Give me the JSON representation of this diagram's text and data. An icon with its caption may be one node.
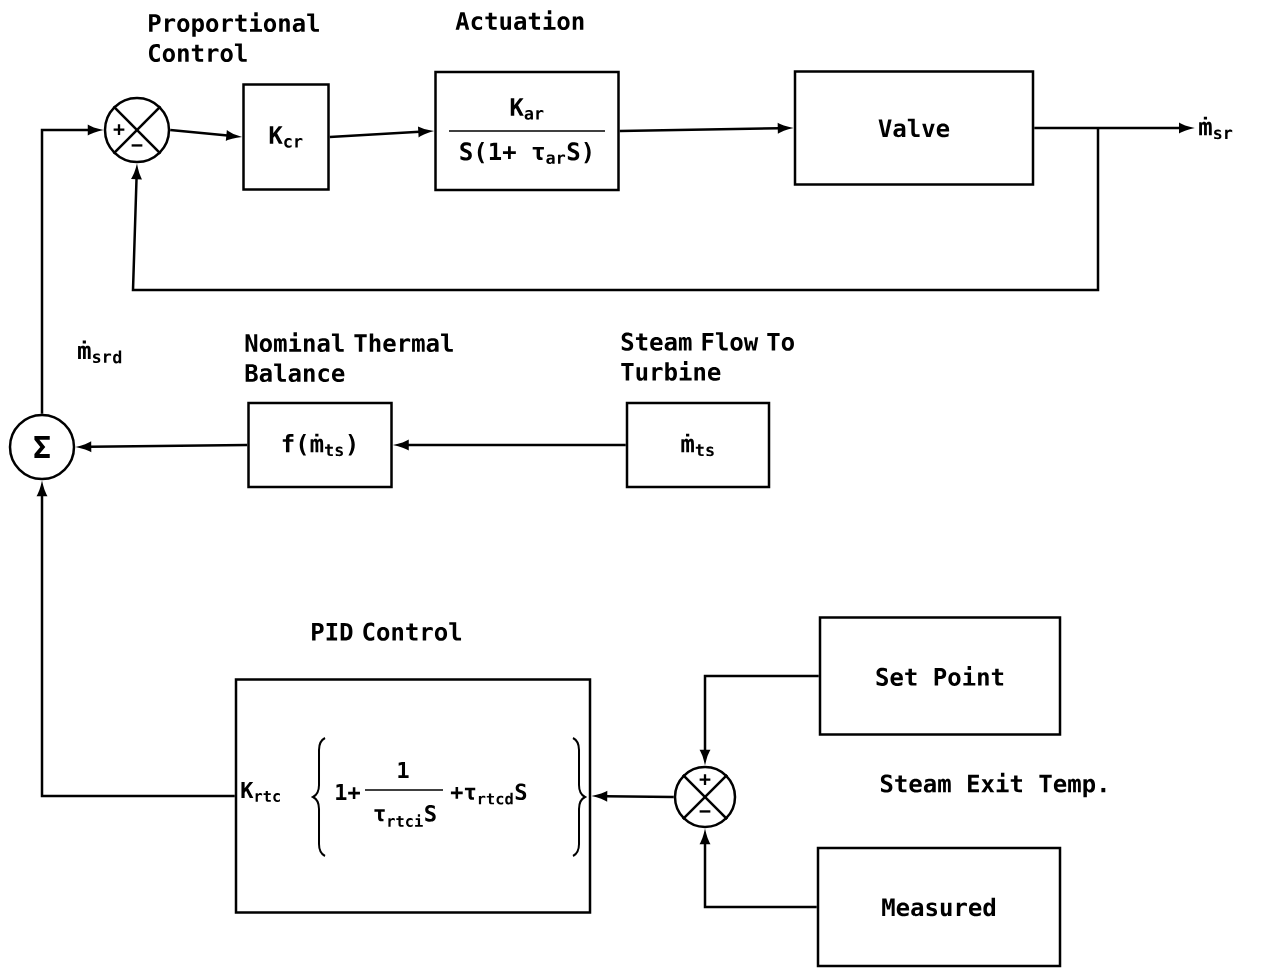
{
  "diagram": {
    "nodes": [
      {
        "text": [
          "+",
          "−"
        ]
      },
      {
        "text": [
          "Proportional Control",
          "K$_{cr}$"
        ]
      },
      {
        "text": [
          "Actuation",
          "K$_{ar}$",
          "S(1+ τ$_{ar}$S)"
        ]
      },
      {
        "text": [
          "Valve"
        ]
      },
      {
        "text": [
          "ṁ$_{sr}$"
        ]
      },
      {
        "text": [
          "Σ"
        ]
      },
      {
        "text": [
          "Nominal Thermal Balance",
          "f(ṁ$_{ts}$)"
        ]
      },
      {
        "text": [
          "Steam Flow To Turbine",
          "ṁ$_{ts}$"
        ]
      },
      {
        "text": [
          "PID Control",
          "K$_{rtc}$",
          "1+",
          "1",
          "τ$_{rtci}$S",
          "+τ$_{rtcd}$S"
        ]
      },
      {
        "text": [
          "+",
          "−"
        ]
      },
      {
        "text": [
          "Set Point"
        ]
      },
      {
        "text": [
          "Measured"
        ]
      }
    ],
    "edges": [
      {
        "from": 0,
        "to": 1,
        "arrow": "to"
      },
      {
        "from": 1,
        "to": 2,
        "arrow": "to"
      },
      {
        "from": 2,
        "to": 3,
        "arrow": "to"
      },
      {
        "from": 3,
        "to": 4,
        "arrow": "to"
      },
      {
        "from": 3,
        "to": 0,
        "arrow": "to"
      },
      {
        "from": 7,
        "to": 6,
        "arrow": "to"
      },
      {
        "from": 6,
        "to": 5,
        "arrow": "to"
      },
      {
        "from": 5,
        "to": 0,
        "arrow": "to",
        "label": "ṁ$_{sr}$$_{d}$"
      },
      {
        "from": 10,
        "to": 9,
        "arrow": "to"
      },
      {
        "from": 11,
        "to": 9,
        "arrow": "to"
      },
      {
        "from": 9,
        "to": 8,
        "arrow": "to"
      },
      {
        "from": 8,
        "to": 5,
        "arrow": "to"
      }
    ],
    "labels": [
      "Steam Exit Temp."
    ]
  }
}
